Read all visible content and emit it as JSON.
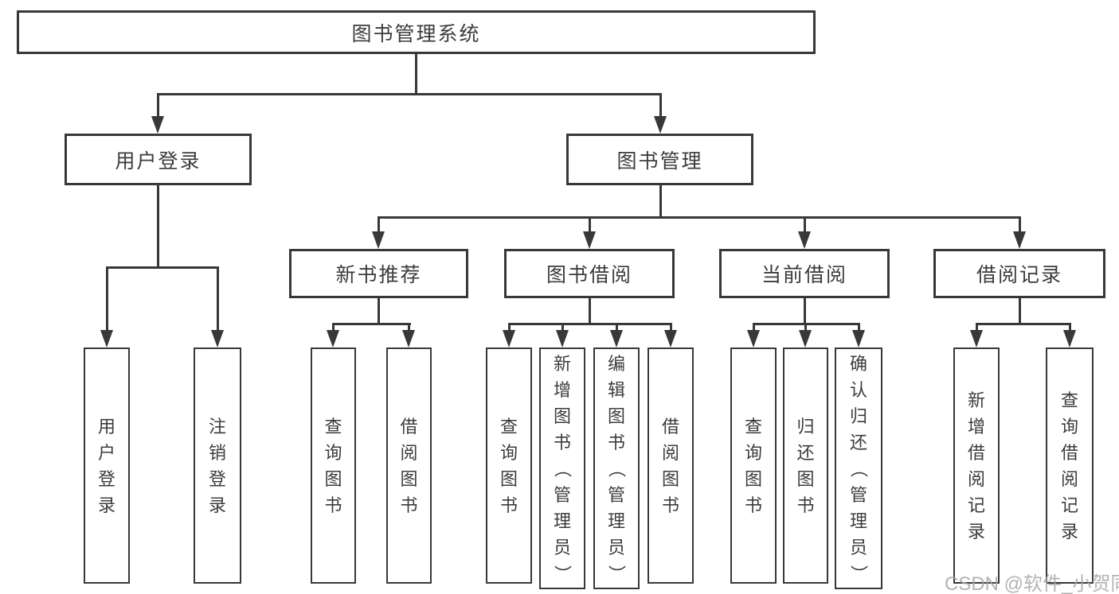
{
  "nodes": {
    "root": "图书管理系统",
    "user_login": "用户登录",
    "book_mgmt": "图书管理",
    "new_books": "新书推荐",
    "book_borrow": "图书借阅",
    "current_borrow": "当前借阅",
    "borrow_records": "借阅记录",
    "leaf_user_login": "用户登录",
    "leaf_logout": "注销登录",
    "leaf_nb_query": "查询图书",
    "leaf_nb_borrow": "借阅图书",
    "leaf_bb_query": "查询图书",
    "leaf_bb_add": "新增图书（管理员）",
    "leaf_bb_edit": "编辑图书（管理员）",
    "leaf_bb_borrow": "借阅图书",
    "leaf_cb_query": "查询图书",
    "leaf_cb_return": "归还图书",
    "leaf_cb_confirm": "确认归还（管理员）",
    "leaf_br_add": "新增借阅记录",
    "leaf_br_query": "查询借阅记录"
  },
  "watermark": "CSDN @软件_小贺同学",
  "colors": {
    "line": "#383838",
    "text": "#3c3c3c",
    "watermark": "#a6a6a6",
    "background": "#ffffff"
  }
}
